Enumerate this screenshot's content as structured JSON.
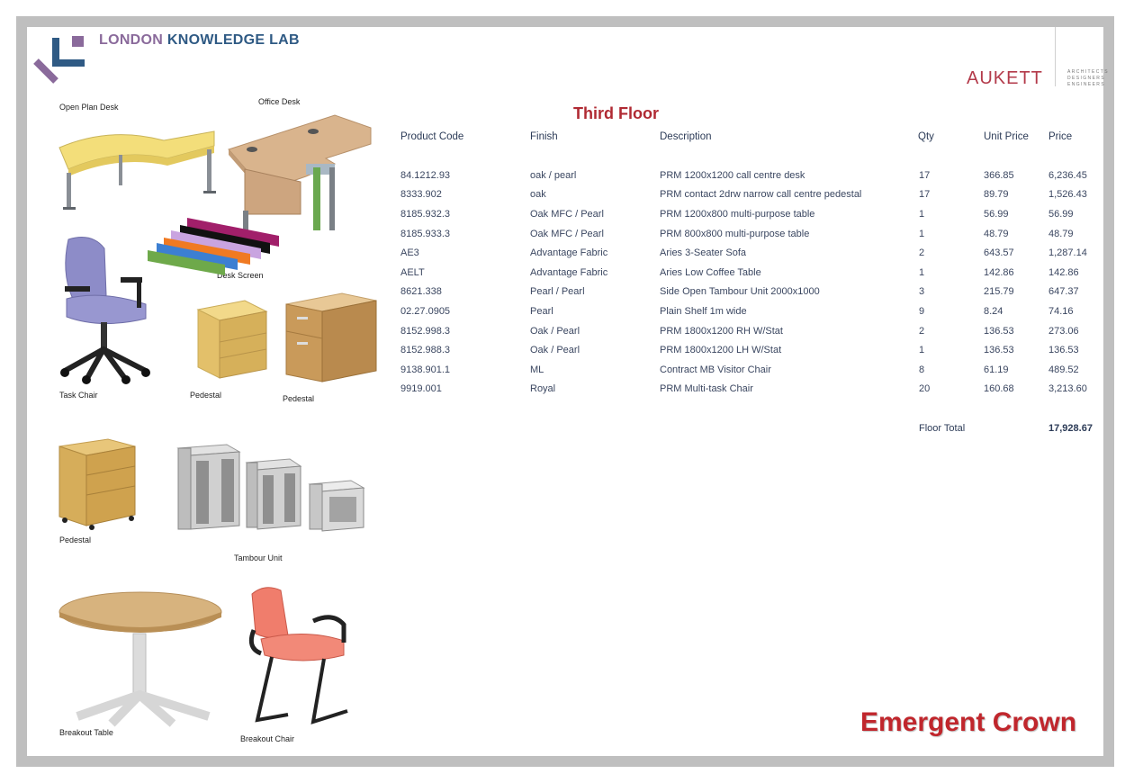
{
  "header": {
    "logo_word1": "LONDON",
    "logo_word2": "KNOWLEDGE LAB",
    "aukett": "AUKETT",
    "aukett_sub": "ARCHITECTS DESIGNERS ENGINEERS"
  },
  "products": {
    "open_plan_desk": "Open Plan Desk",
    "office_desk": "Office Desk",
    "desk_screen": "Desk Screen",
    "task_chair": "Task Chair",
    "pedestal_a": "Pedestal",
    "pedestal_b": "Pedestal",
    "pedestal_c": "Pedestal",
    "tambour_unit": "Tambour Unit",
    "breakout_table": "Breakout Table",
    "breakout_chair": "Breakout Chair"
  },
  "table": {
    "title": "Third Floor",
    "headers": {
      "code": "Product Code",
      "finish": "Finish",
      "description": "Description",
      "qty": "Qty",
      "unit_price": "Unit Price",
      "price": "Price"
    },
    "rows": [
      {
        "code": "84.1212.93",
        "finish": "oak / pearl",
        "description": "PRM 1200x1200 call centre desk",
        "qty": "17",
        "unit_price": "366.85",
        "price": "6,236.45"
      },
      {
        "code": "8333.902",
        "finish": "oak",
        "description": "PRM contact 2drw narrow call centre pedestal",
        "qty": "17",
        "unit_price": "89.79",
        "price": "1,526.43"
      },
      {
        "code": "8185.932.3",
        "finish": "Oak MFC / Pearl",
        "description": "PRM 1200x800 multi-purpose table",
        "qty": "1",
        "unit_price": "56.99",
        "price": "56.99"
      },
      {
        "code": "8185.933.3",
        "finish": "Oak MFC / Pearl",
        "description": "PRM 800x800 multi-purpose table",
        "qty": "1",
        "unit_price": "48.79",
        "price": "48.79"
      },
      {
        "code": "AE3",
        "finish": "Advantage Fabric",
        "description": "Aries 3-Seater Sofa",
        "qty": "2",
        "unit_price": "643.57",
        "price": "1,287.14"
      },
      {
        "code": "AELT",
        "finish": "Advantage Fabric",
        "description": "Aries Low Coffee Table",
        "qty": "1",
        "unit_price": "142.86",
        "price": "142.86"
      },
      {
        "code": "8621.338",
        "finish": "Pearl / Pearl",
        "description": "Side Open Tambour Unit  2000x1000",
        "qty": "3",
        "unit_price": "215.79",
        "price": "647.37"
      },
      {
        "code": "02.27.0905",
        "finish": "Pearl",
        "description": "Plain Shelf 1m wide",
        "qty": "9",
        "unit_price": "8.24",
        "price": "74.16"
      },
      {
        "code": "8152.998.3",
        "finish": "Oak / Pearl",
        "description": "PRM 1800x1200 RH W/Stat",
        "qty": "2",
        "unit_price": "136.53",
        "price": "273.06"
      },
      {
        "code": "8152.988.3",
        "finish": "Oak / Pearl",
        "description": "PRM 1800x1200 LH W/Stat",
        "qty": "1",
        "unit_price": "136.53",
        "price": "136.53"
      },
      {
        "code": "9138.901.1",
        "finish": "ML",
        "description": "Contract MB Visitor Chair",
        "qty": "8",
        "unit_price": "61.19",
        "price": "489.52"
      },
      {
        "code": "9919.001",
        "finish": "Royal",
        "description": "PRM Multi-task Chair",
        "qty": "20",
        "unit_price": "160.68",
        "price": "3,213.60"
      }
    ],
    "total_label": "Floor Total",
    "total_value": "17,928.67"
  },
  "footer": {
    "brand": "Emergent Crown"
  },
  "colors": {
    "title_red": "#b02a33",
    "brand_red": "#c0262c",
    "logo_purple": "#8a6a9b",
    "logo_blue": "#2f5a84"
  }
}
